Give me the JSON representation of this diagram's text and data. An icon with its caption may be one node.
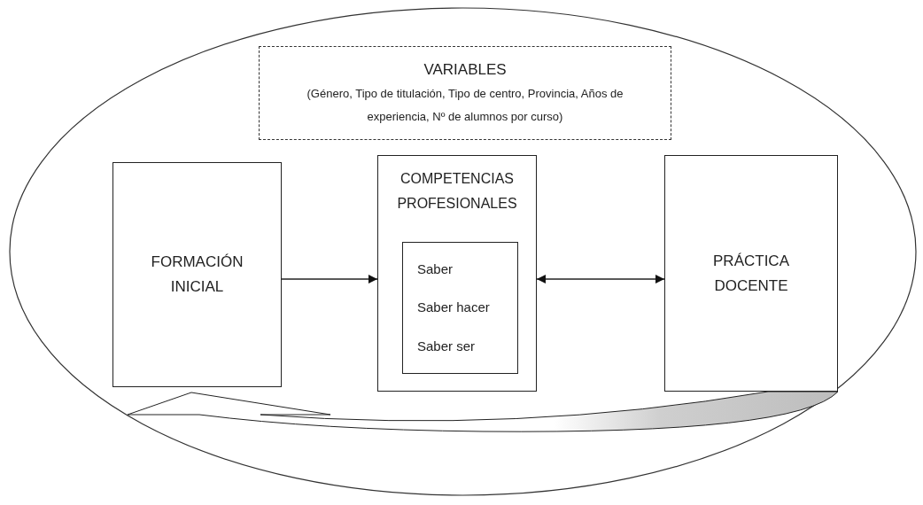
{
  "diagram": {
    "nodes": [
      {
        "text": [],
        "shape": "ellipse"
      },
      {
        "text": [
          "VARIABLES",
          "(Género, Tipo de titulación, Tipo de centro, Provincia, Años de experiencia, Nº de alumnos por curso)"
        ],
        "in": 0
      },
      {
        "text": [
          "FORMACIÓN INICIAL"
        ],
        "in": 0
      },
      {
        "text": [
          "COMPETENCIAS PROFESIONALES"
        ],
        "in": 0
      },
      {
        "text": [
          "Saber",
          "Saber hacer",
          "Saber ser"
        ],
        "in": 3
      },
      {
        "text": [
          "PRÁCTICA DOCENTE"
        ],
        "in": 0
      }
    ],
    "edges": [
      {
        "from": 2,
        "to": 3,
        "arrow": "to"
      },
      {
        "from": 3,
        "to": 5,
        "arrow": "both"
      },
      {
        "from": 5,
        "to": 2,
        "arrow": "to",
        "style": "thick"
      }
    ]
  }
}
